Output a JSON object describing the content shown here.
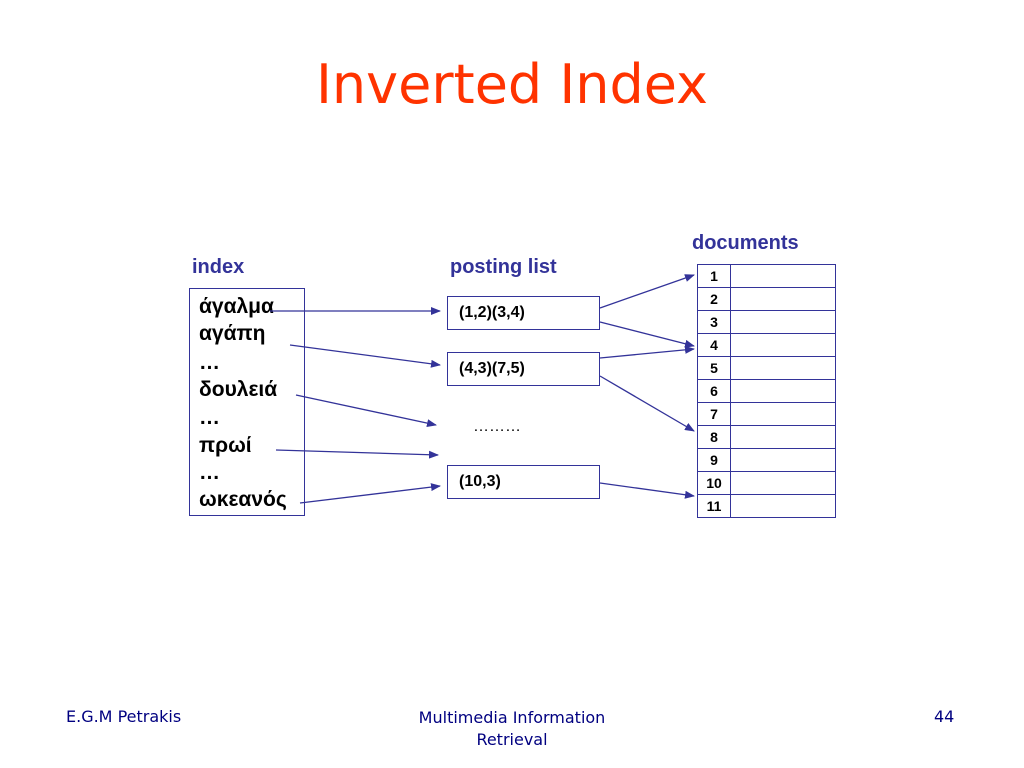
{
  "title": "Inverted Index",
  "headers": {
    "index": "index",
    "posting_list": "posting list",
    "documents": "documents"
  },
  "index_terms": [
    "άγαλμα",
    "αγάπη",
    "…",
    "δουλειά",
    "…",
    "πρωί",
    "…",
    "ωκεανός"
  ],
  "postings": [
    "(1,2)(3,4)",
    "(4,3)(7,5)",
    "(10,3)"
  ],
  "postings_ellipsis": "………",
  "documents": [
    "1",
    "2",
    "3",
    "4",
    "5",
    "6",
    "7",
    "8",
    "9",
    "10",
    "11"
  ],
  "footer": {
    "author": "E.G.M Petrakis",
    "course_line1": "Multimedia Information",
    "course_line2": "Retrieval",
    "page_number": "44"
  },
  "colors": {
    "title": "#ff3300",
    "accent": "#333399",
    "footer": "#000080"
  }
}
